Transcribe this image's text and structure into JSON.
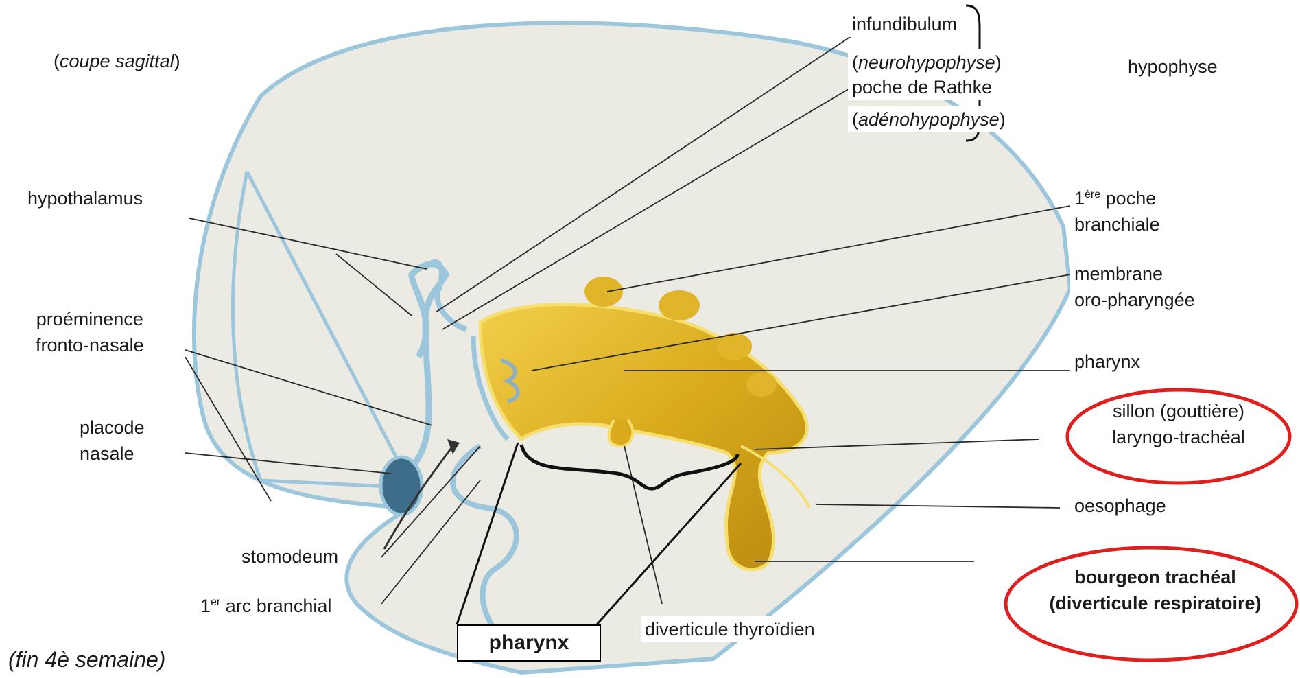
{
  "labels": {
    "coupe": {
      "open": "(",
      "italic": "coupe sagittal",
      "close": ")"
    },
    "infundibulum": "infundibulum",
    "neurohypophyse": {
      "open": "(",
      "italic": "neurohypophyse",
      "close": ")"
    },
    "rathke": "poche de Rathke",
    "adenohypophyse": {
      "open": "(",
      "italic": "adénohypophyse",
      "close": ")"
    },
    "hypophyse": "hypophyse",
    "hypothalamus": "hypothalamus",
    "premiere_poche": {
      "pre": "1",
      "sup": "ère",
      "post": " poche",
      "line2": "branchiale"
    },
    "membrane": {
      "line1": "membrane",
      "line2": "oro-pharyngée"
    },
    "pharynx_right": "pharynx",
    "proeminence": {
      "line1": "proéminence",
      "line2": "fronto-nasale"
    },
    "placode": {
      "line1": "placode",
      "line2": "nasale"
    },
    "sillon": {
      "bold": "sillon",
      "normal": " (gouttière)",
      "line2": "laryngo-trachéal"
    },
    "oesophage": "oesophage",
    "stomodeum": "stomodeum",
    "arc": {
      "pre": "1",
      "sup": "er",
      "post": " arc branchial"
    },
    "diverticule_thyroidien": "diverticule thyroïdien",
    "bourgeon": {
      "line1": "bourgeon trachéal",
      "line2": "(diverticule respiratoire)"
    },
    "pharynx_box": "pharynx",
    "caption": "(fin 4è semaine)"
  },
  "colors": {
    "background_tissue": "#ebeae3",
    "ectoderm_blue": "#9cc6dc",
    "endoderm_gold": "#d9ad1c",
    "endoderm_highlight": "#f6df6e",
    "highlight_red": "#e01e1e",
    "leader_line": "#2a2a2a"
  }
}
